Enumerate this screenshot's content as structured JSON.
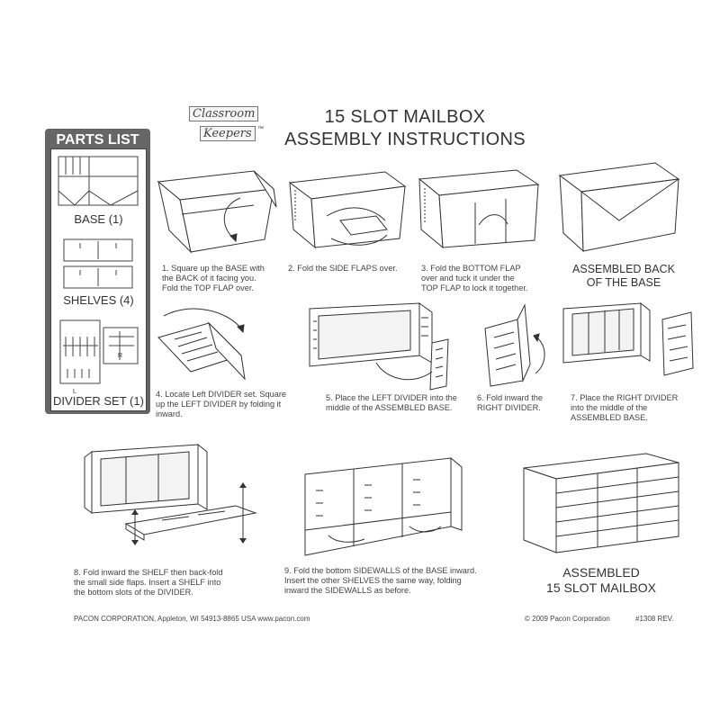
{
  "logo": {
    "line1": "Classroom",
    "line2": "Keepers",
    "tm": "™"
  },
  "title": {
    "line1": "15 SLOT MAILBOX",
    "line2": "ASSEMBLY INSTRUCTIONS"
  },
  "parts_list": {
    "heading": "PARTS LIST",
    "items": [
      {
        "label": "BASE (1)"
      },
      {
        "label": "SHELVES (4)"
      },
      {
        "label": "DIVIDER SET (1)",
        "left_mark": "L",
        "right_mark": "R"
      }
    ]
  },
  "steps": [
    {
      "l1": "1.  Square up the BASE with",
      "l2": "the BACK of it facing you.",
      "l3": "Fold the TOP FLAP over."
    },
    {
      "l1": "2.  Fold the SIDE FLAPS over."
    },
    {
      "l1": "3.  Fold the BOTTOM FLAP",
      "l2": "over and tuck it under the",
      "l3": "TOP FLAP to lock it together."
    },
    {
      "l1": "4. Locate Left DIVIDER set. Square",
      "l2": "up the LEFT DIVIDER by folding it",
      "l3": "inward."
    },
    {
      "l1": "5. Place the LEFT DIVIDER into the",
      "l2": "middle of the ASSEMBLED BASE."
    },
    {
      "l1": "6. Fold inward the",
      "l2": "RIGHT DIVIDER."
    },
    {
      "l1": "7. Place the  RIGHT DIVIDER",
      "l2": "into the middle of the",
      "l3": "ASSEMBLED BASE."
    },
    {
      "l1": "8.  Fold inward the SHELF then back-fold",
      "l2": "the small side flaps.  Insert a SHELF into",
      "l3": "the bottom slots of the DIVIDER."
    },
    {
      "l1": "9. Fold the bottom SIDEWALLS of the BASE inward.",
      "l2": "Insert the other SHELVES the same way, folding",
      "l3": "inward the SIDEWALLS as before."
    }
  ],
  "assembled_back": {
    "l1": "ASSEMBLED BACK",
    "l2": "OF THE BASE"
  },
  "assembled_final": {
    "l1": "ASSEMBLED",
    "l2": "15 SLOT MAILBOX"
  },
  "footer": {
    "company": "PACON CORPORATION, Appleton, WI 54913-8865 USA  www.pacon.com",
    "copyright": "© 2009 Pacon Corporation",
    "code": "#1308 REV."
  }
}
